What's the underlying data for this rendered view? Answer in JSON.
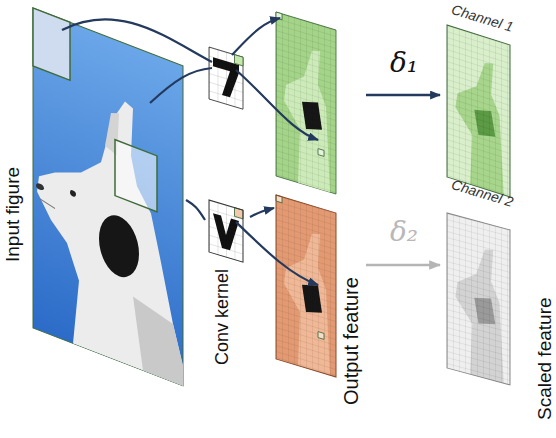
{
  "diagram": {
    "nodes": [
      {
        "text": [
          "Input figure"
        ]
      },
      {
        "text": [
          "Conv kernel"
        ]
      },
      {
        "text": [
          "Output feature"
        ]
      },
      {
        "text": [
          "Channel 1"
        ]
      },
      {
        "text": [
          "Channel 2",
          "Scaled feature"
        ]
      }
    ],
    "edges": [
      {
        "from": 0,
        "to": 1,
        "arrow": "none"
      },
      {
        "from": 1,
        "to": 2,
        "arrow": "to"
      },
      {
        "from": 2,
        "to": 4,
        "label": "δ₂",
        "arrow": "to"
      }
    ],
    "labels": [
      "δ₁"
    ]
  }
}
